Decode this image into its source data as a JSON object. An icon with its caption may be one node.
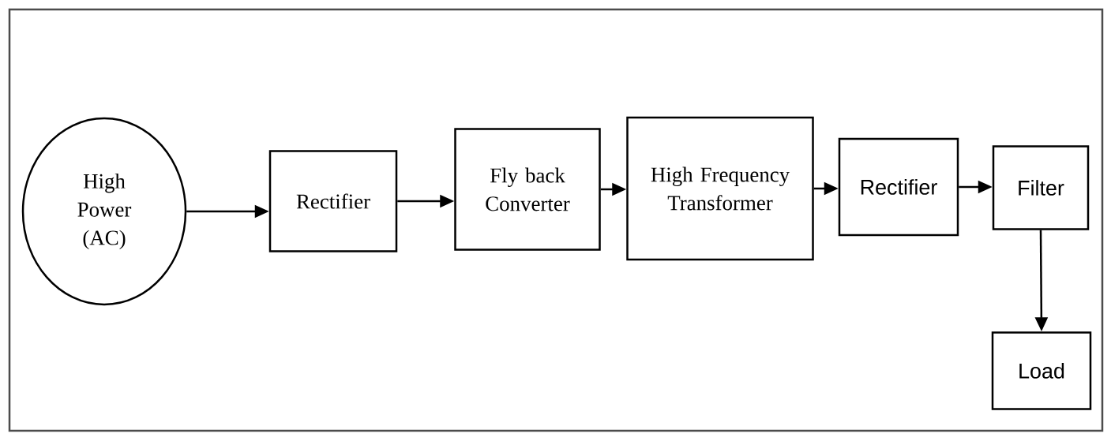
{
  "diagram": {
    "nodes": [
      {
        "text": [
          "High Power (AC)"
        ]
      },
      {
        "text": [
          "Rectifier"
        ]
      },
      {
        "text": [
          "Fly back Converter"
        ]
      },
      {
        "text": [
          "High Frequency Transformer"
        ]
      },
      {
        "text": [
          "Rectifier"
        ]
      },
      {
        "text": [
          "Filter"
        ]
      },
      {
        "text": [
          "Load"
        ]
      }
    ],
    "edges": [
      {
        "from": 0,
        "to": 1,
        "arrow": "to"
      },
      {
        "from": 1,
        "to": 2,
        "arrow": "to"
      },
      {
        "from": 2,
        "to": 3,
        "arrow": "to"
      },
      {
        "from": 3,
        "to": 4,
        "arrow": "to"
      },
      {
        "from": 4,
        "to": 5,
        "arrow": "to"
      },
      {
        "from": 5,
        "to": 6,
        "arrow": "to"
      }
    ]
  }
}
